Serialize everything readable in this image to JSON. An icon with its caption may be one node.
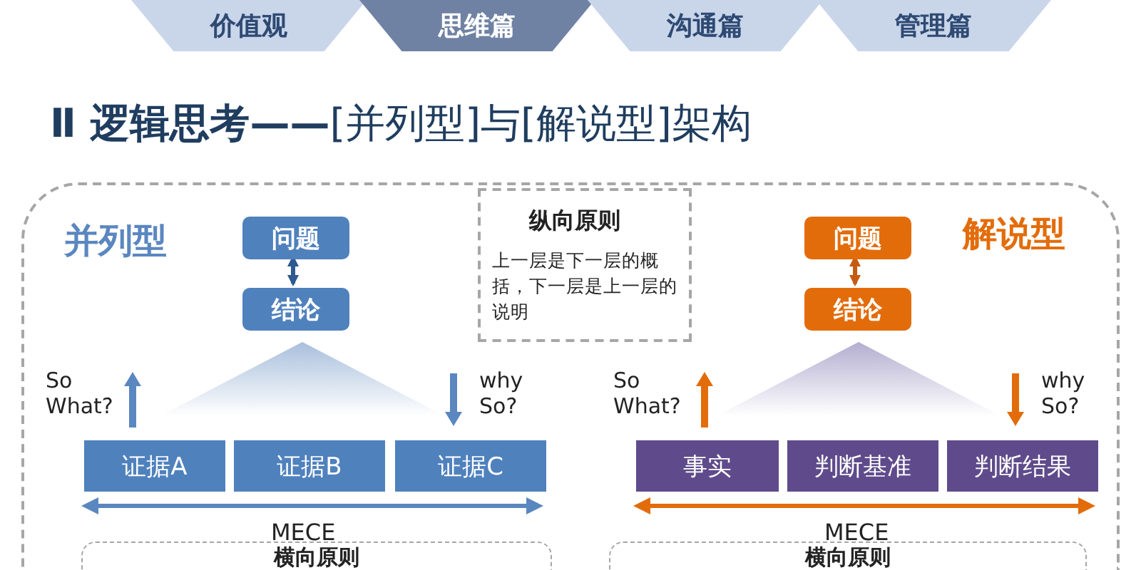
{
  "diagram": {
    "title": "**Ⅱ 逻辑思考——**[并列型]与[解说型]架构",
    "nodes": [
      {
        "text": [
          "价值观"
        ]
      },
      {
        "text": [
          "思维篇"
        ]
      },
      {
        "text": [
          "沟通篇"
        ]
      },
      {
        "text": [
          "管理篇"
        ]
      },
      {
        "text": [],
        "shape": "box"
      },
      {
        "text": [
          "纵向原则",
          "上一层是下一层的概括，下一层是上一层的说明"
        ],
        "in": 4
      },
      {
        "text": [
          "问题"
        ],
        "in": 4
      },
      {
        "text": [
          "结论"
        ],
        "in": 4
      },
      {
        "text": [
          "证据A"
        ],
        "in": 4
      },
      {
        "text": [
          "证据B"
        ],
        "in": 4
      },
      {
        "text": [
          "证据C"
        ],
        "in": 4
      },
      {
        "text": [
          "问题"
        ],
        "in": 4
      },
      {
        "text": [
          "结论"
        ],
        "in": 4
      },
      {
        "text": [
          "事实"
        ],
        "in": 4
      },
      {
        "text": [
          "判断基准"
        ],
        "in": 4
      },
      {
        "text": [
          "判断结果"
        ],
        "in": 4
      },
      {
        "text": [
          "横向原则"
        ],
        "in": 4
      },
      {
        "text": [
          "横向原则"
        ],
        "in": 4
      },
      {
        "text": [],
        "shape": "triangle",
        "in": 4
      },
      {
        "text": [],
        "shape": "triangle",
        "in": 4
      }
    ],
    "edges": [
      {
        "from": 6,
        "to": 7,
        "arrow": "both",
        "color": "#2f5a8f"
      },
      {
        "from": 11,
        "to": 12,
        "arrow": "both",
        "color": "#c55a11"
      }
    ],
    "labels": [
      "并列型",
      "So What?",
      "why So?",
      "MECE",
      "解说型",
      "So What?",
      "why So?",
      "MECE"
    ]
  }
}
